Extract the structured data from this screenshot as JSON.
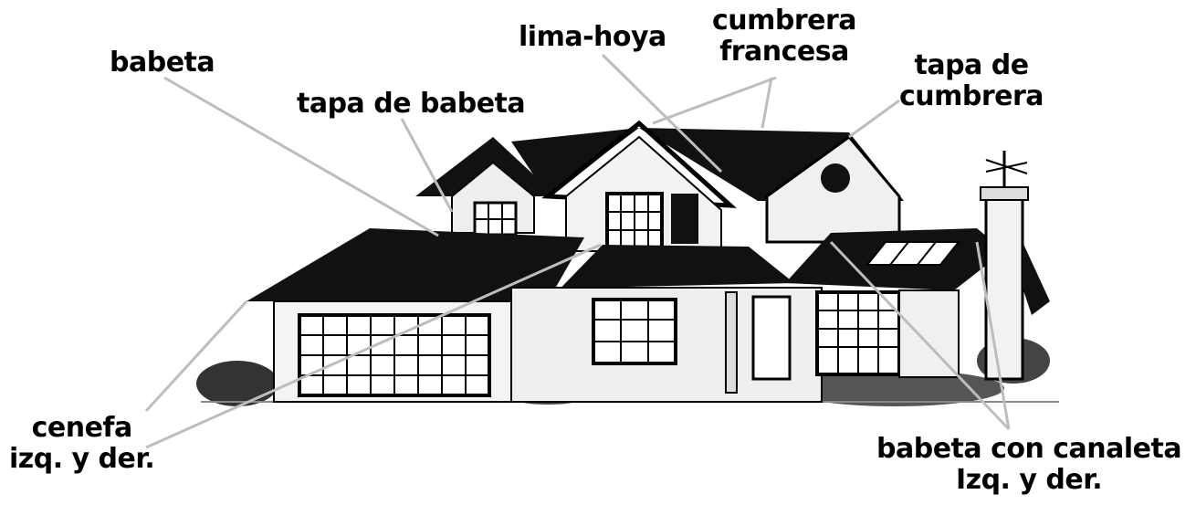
{
  "labels": {
    "babeta": "babeta",
    "tapa_de_babeta": "tapa de babeta",
    "lima_hoya": "lima-hoya",
    "cumbrera_francesa": [
      "cumbrera",
      "francesa"
    ],
    "tapa_de_cumbrera": [
      "tapa de",
      "cumbrera"
    ],
    "cenefa": [
      "cenefa",
      "izq. y der."
    ],
    "babeta_con_canaleta": [
      "babeta con canaleta",
      "Izq. y der."
    ]
  },
  "colors": {
    "ink": "#000000",
    "roof": "#111111",
    "siding": "#f2f2f2",
    "leader_line": "#bdbdbd",
    "background": "#ffffff"
  }
}
